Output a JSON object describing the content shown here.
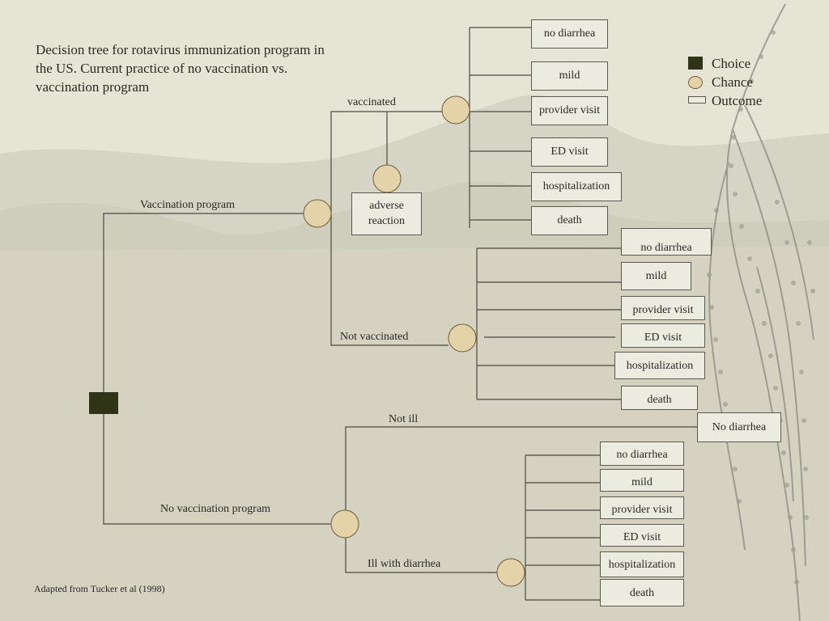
{
  "title": "Decision tree for rotavirus immunization program in the US. Current practice of no vaccination vs. vaccination program",
  "footnote": "Adapted from Tucker et al (1998)",
  "legend": {
    "choice": "Choice",
    "chance": "Chance",
    "outcome": "Outcome"
  },
  "branches": {
    "vaccination_program": "Vaccination program",
    "no_vaccination_program": "No vaccination program",
    "vaccinated": "vaccinated",
    "not_vaccinated": "Not vaccinated",
    "not_ill": "Not ill",
    "ill_with_diarrhea": "Ill with diarrhea"
  },
  "adverse_reaction": "adverse reaction",
  "outcomes": {
    "vaccinated": [
      "no diarrhea",
      "mild",
      "provider visit",
      "ED visit",
      "hospitalization",
      "death"
    ],
    "not_vaccinated": [
      "no diarrhea",
      "mild",
      "provider visit",
      "ED visit",
      "hospitalization",
      "death"
    ],
    "not_ill": "No diarrhea",
    "ill": [
      "no diarrhea",
      "mild",
      "provider visit",
      "ED visit",
      "hospitalization",
      "death"
    ]
  },
  "colors": {
    "choice_node": "#2f3318",
    "chance_node": "#e4d3a8",
    "line": "#4a4a40",
    "background": "#e4e2d2"
  }
}
